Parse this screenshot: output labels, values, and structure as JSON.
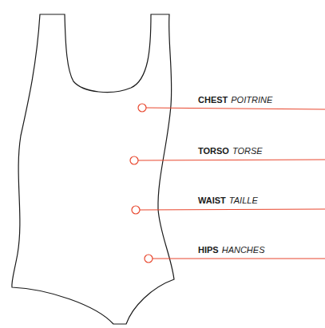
{
  "diagram": {
    "labels": [
      "CHEST",
      "POITRINE",
      "TORSO",
      "TORSE",
      "WAIST",
      "TAILLE",
      "HIPS",
      "HANCHES"
    ]
  }
}
